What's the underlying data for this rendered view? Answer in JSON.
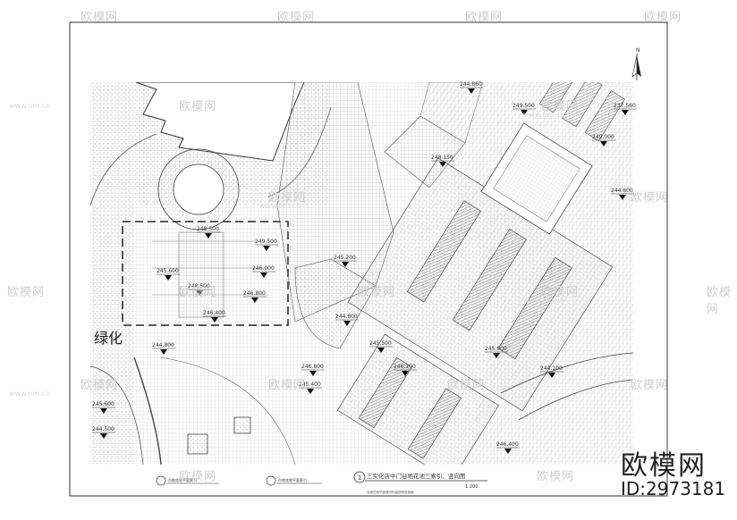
{
  "drawing": {
    "zone_label": "绿化",
    "title": "三实化店中门台地花池三索引、竖向图",
    "scale": "1:200",
    "caption_left": "台地花地平面索引",
    "caption_mid": "台地花地平面索引",
    "caption_small": "台地花地平面竖向标高说明及剖面",
    "north_label": "N",
    "elevations": [
      "244.860",
      "249.500",
      "237.560",
      "249.000",
      "248.150",
      "244.600",
      "248.500",
      "249.500",
      "245.600",
      "246.000",
      "248.500",
      "246.800",
      "245.200",
      "246.400",
      "244.800",
      "245.500",
      "245.000",
      "244.100",
      "244.800",
      "246.100",
      "246.800",
      "245.400",
      "245.600",
      "244.500",
      "246.400"
    ]
  },
  "watermark": {
    "brand": "欧模网",
    "url": "www.om.cn",
    "id": "ID:2973181"
  },
  "colors": {
    "line": "#333333",
    "hatch": "#9a9a9a",
    "watermark": "#cfcfcf"
  }
}
